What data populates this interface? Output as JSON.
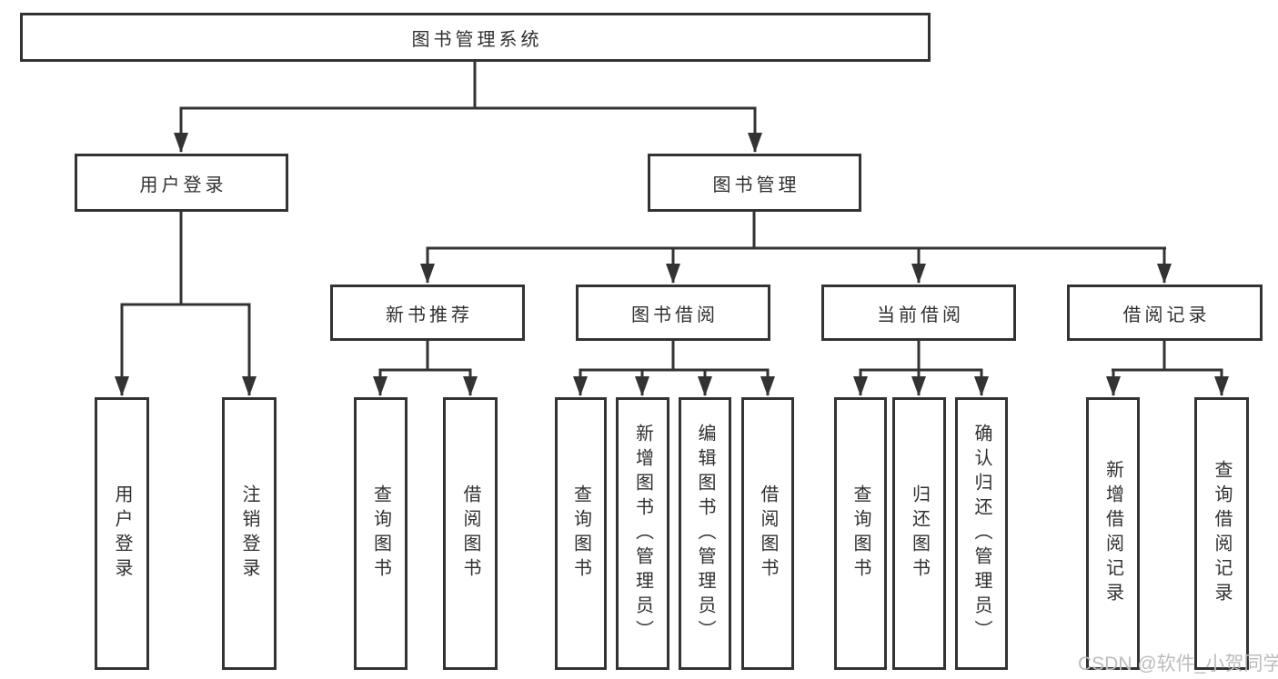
{
  "diagram": {
    "type": "hierarchy-tree",
    "root": {
      "label": "图书管理系统",
      "children": [
        {
          "label": "用户登录",
          "children": [
            {
              "label": "用户登录"
            },
            {
              "label": "注销登录"
            }
          ]
        },
        {
          "label": "图书管理",
          "children": [
            {
              "label": "新书推荐",
              "children": [
                {
                  "label": "查询图书"
                },
                {
                  "label": "借阅图书"
                }
              ]
            },
            {
              "label": "图书借阅",
              "children": [
                {
                  "label": "查询图书"
                },
                {
                  "label": "新增图书（管理员）"
                },
                {
                  "label": "编辑图书（管理员）"
                },
                {
                  "label": "借阅图书"
                }
              ]
            },
            {
              "label": "当前借阅",
              "children": [
                {
                  "label": "查询图书"
                },
                {
                  "label": "归还图书"
                },
                {
                  "label": "确认归还（管理员）"
                }
              ]
            },
            {
              "label": "借阅记录",
              "children": [
                {
                  "label": "新增借阅记录"
                },
                {
                  "label": "查询借阅记录"
                }
              ]
            }
          ]
        }
      ]
    }
  },
  "watermark": {
    "text": "CSDN @软件_小贺同学"
  },
  "colors": {
    "line": "#333333",
    "text": "#303030",
    "watermark": "#bcbcbc",
    "bg": "#ffffff"
  }
}
